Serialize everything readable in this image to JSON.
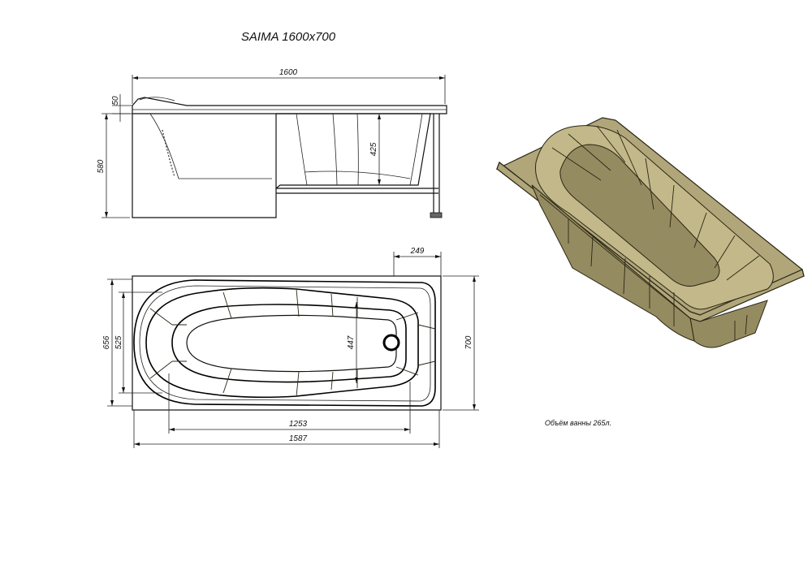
{
  "title": "SAIMA 1600x700",
  "side_view": {
    "overall_length": "1600",
    "rim_height": "50",
    "total_height": "580",
    "depth": "425"
  },
  "top_view": {
    "drain_offset": "249",
    "outer_width": "700",
    "inner_width": "656",
    "bowl_width": "525",
    "bottom_width": "447",
    "bottom_length": "1253",
    "inner_length": "1587"
  },
  "volume_note": "Объём ванны 265л.",
  "colors": {
    "tub_rim": "#b0a67a",
    "tub_inner": "#c2b889",
    "tub_shadow": "#958b61",
    "line": "#111111"
  }
}
